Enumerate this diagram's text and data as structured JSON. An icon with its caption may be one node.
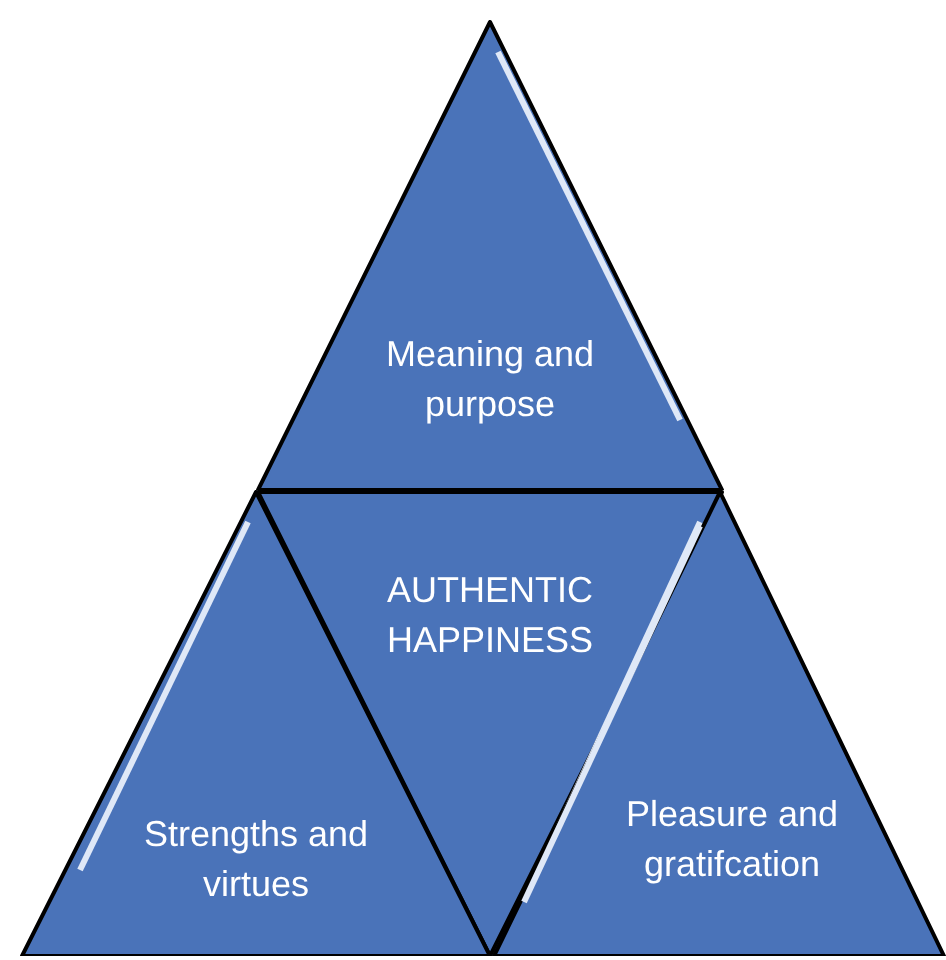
{
  "diagram": {
    "nodes": [
      {
        "text": [
          "Meaning and purpose"
        ]
      },
      {
        "text": [
          "AUTHENTIC HAPPINESS"
        ]
      },
      {
        "text": [
          "Strengths and virtues"
        ]
      },
      {
        "text": [
          "Pleasure and gratifcation"
        ]
      }
    ]
  }
}
